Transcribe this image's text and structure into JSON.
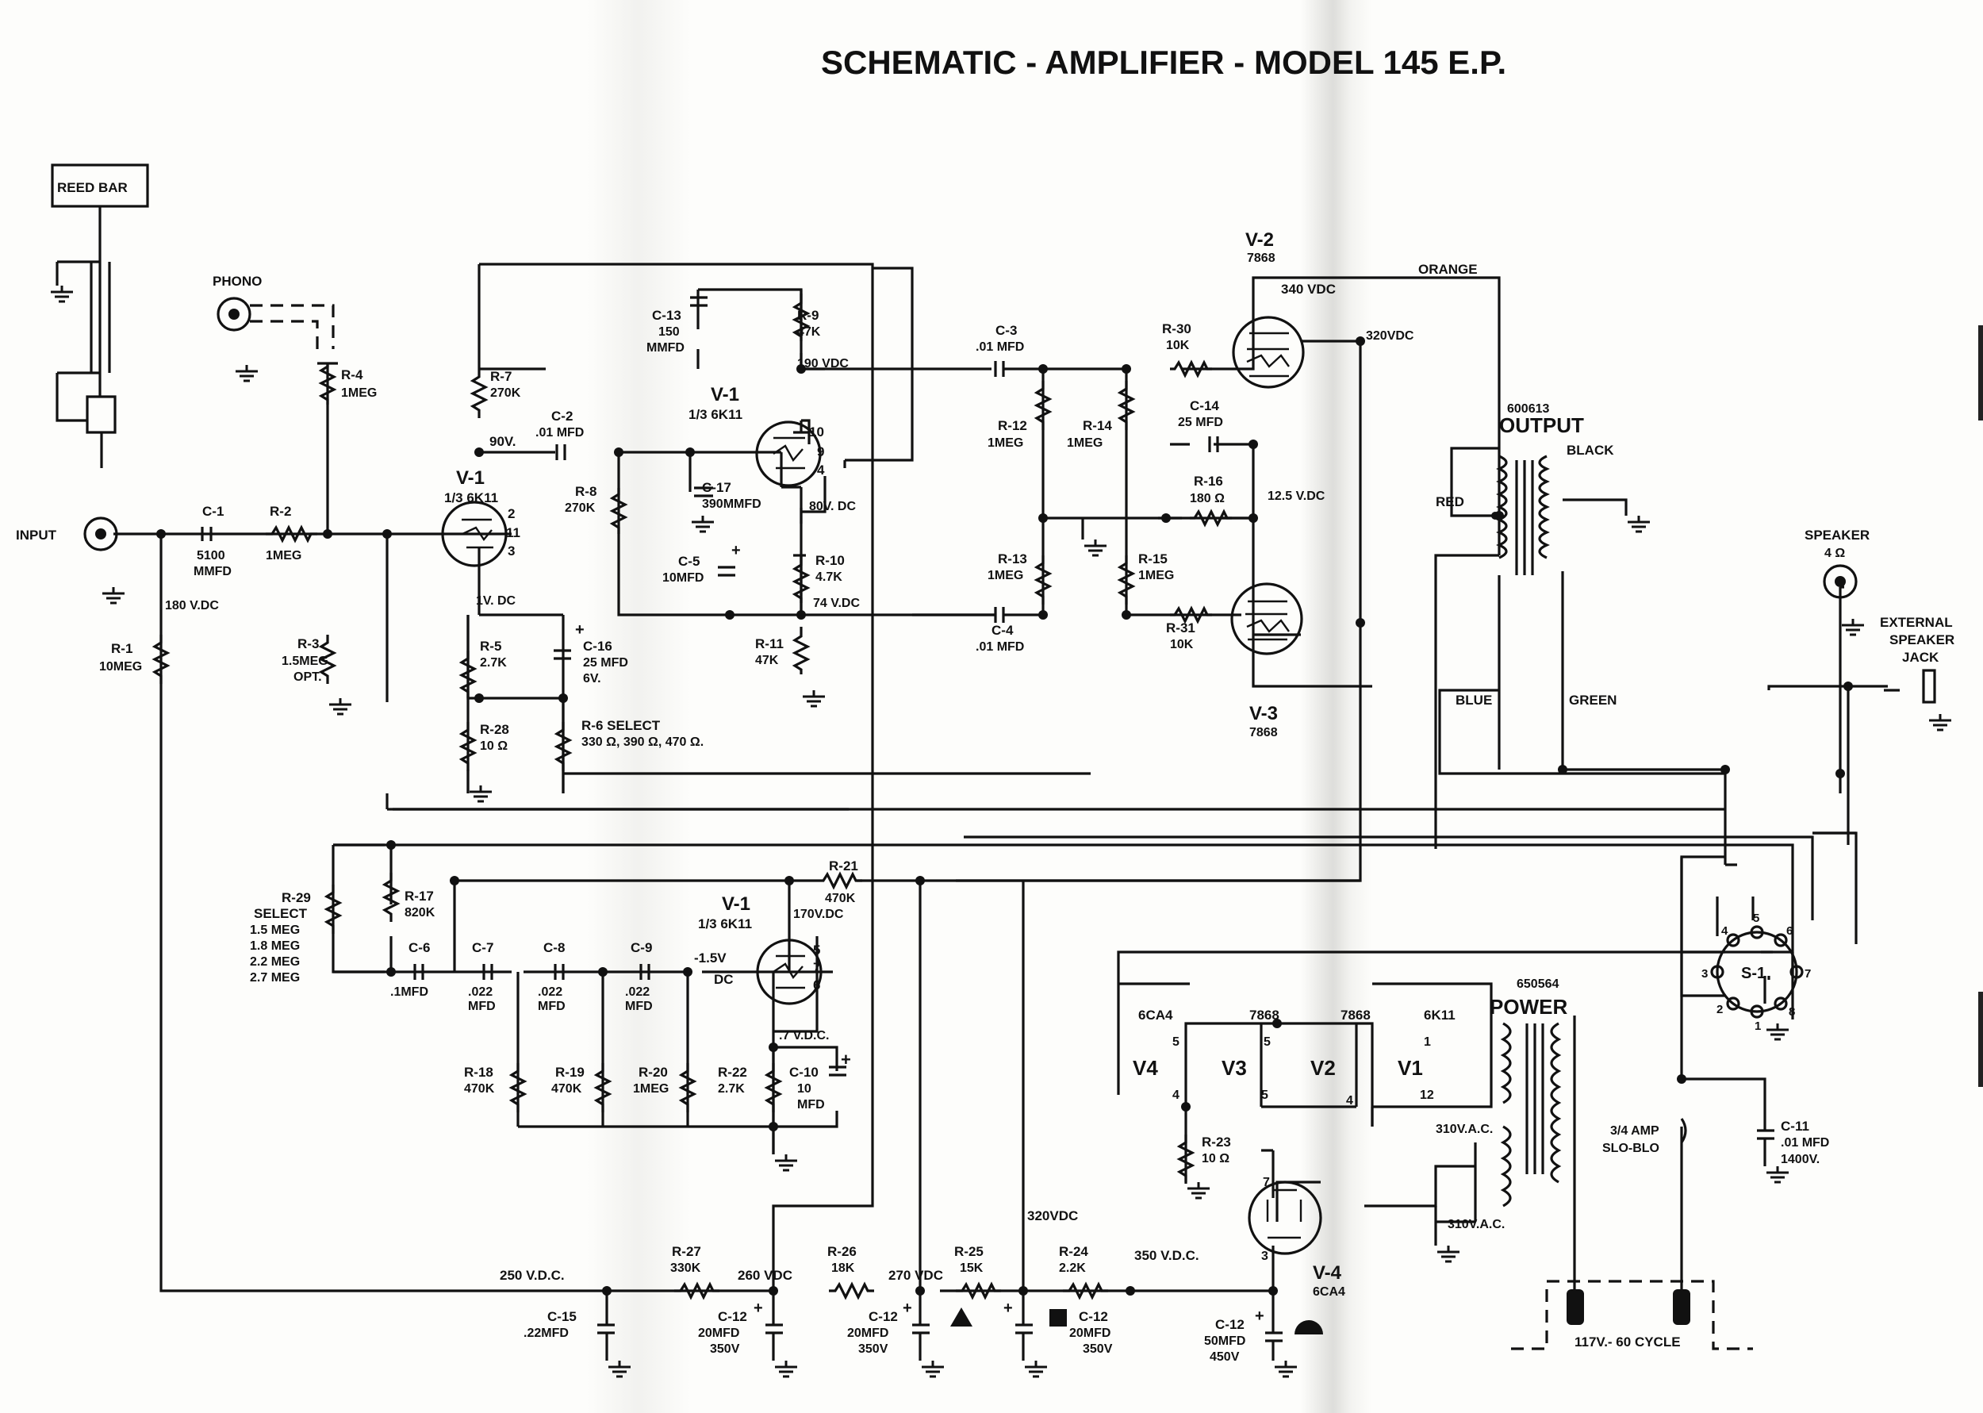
{
  "title": "SCHEMATIC - AMPLIFIER - MODEL 145 E.P.",
  "colors": {
    "ink": "#111111",
    "paper": "#fdfdfb",
    "fold": "#dcdcd9"
  },
  "labels": {
    "reed_bar": "REED BAR",
    "phono": "PHONO",
    "input": "INPUT",
    "c1_name": "C-1",
    "c1_val1": "5100",
    "c1_val2": "MMFD",
    "r2_name": "R-2",
    "r2_val": "1MEG",
    "r4_name": "R-4",
    "r4_val": "1MEG",
    "r3_name": "R-3",
    "r3_val1": "1.5MEG",
    "r3_val2": "OPT.",
    "r1_name": "R-1",
    "r1_val": "10MEG",
    "v180": "180 V.DC",
    "v1a_name": "V-1",
    "v1a_type": "1/3 6K11",
    "v1a_p2": "2",
    "v1a_p11": "11",
    "v1a_p3": "3",
    "r7_name": "R-7",
    "r7_val": "270K",
    "v90": "90V.",
    "c2_name": "C-2",
    "c2_val": ".01 MFD",
    "r8_name": "R-8",
    "r8_val": "270K",
    "v1dc": "1V. DC",
    "r5_name": "R-5",
    "r5_val": "2.7K",
    "r28_name": "R-28",
    "r28_val": "10 Ω",
    "c16_name": "C-16",
    "c16_val1": "25 MFD",
    "c16_val2": "6V.",
    "r6_name": "R-6 SELECT",
    "r6_val": "330 Ω, 390 Ω, 470 Ω.",
    "c13_name": "C-13",
    "c13_val1": "150",
    "c13_val2": "MMFD",
    "r9_name": "R-9",
    "r9_val": "47K",
    "v190": "190 VDC",
    "v1b_name": "V-1",
    "v1b_type": "1/3 6K11",
    "v1b_p10": "10",
    "v1b_p9": "9",
    "v1b_p4": "4",
    "c17_name": "C-17",
    "c17_val": "390MMFD",
    "v80": "80V. DC",
    "c5_name": "C-5",
    "c5_val": "10MFD",
    "r10_name": "R-10",
    "r10_val": "4.7K",
    "v74": "74 V.DC",
    "r11_name": "R-11",
    "r11_val": "47K",
    "c3_name": "C-3",
    "c3_val": ".01 MFD",
    "r12_name": "R-12",
    "r12_val": "1MEG",
    "r14_name": "R-14",
    "r14_val": "1MEG",
    "r13_name": "R-13",
    "r13_val": "1MEG",
    "r15_name": "R-15",
    "r15_val": "1MEG",
    "c4_name": "C-4",
    "c4_val": ".01 MFD",
    "r30_name": "R-30",
    "r30_val": "10K",
    "r31_name": "R-31",
    "r31_val": "10K",
    "c14_name": "C-14",
    "c14_val": "25 MFD",
    "r16_name": "R-16",
    "r16_val": "180 Ω",
    "v125": "12.5 V.DC",
    "v2_name": "V-2",
    "v2_type": "7868",
    "v3_name": "V-3",
    "v3_type": "7868",
    "v340": "340 VDC",
    "v320a": "320VDC",
    "orange": "ORANGE",
    "out_num": "600613",
    "output": "OUTPUT",
    "black": "BLACK",
    "red": "RED",
    "blue": "BLUE",
    "green": "GREEN",
    "speaker": "SPEAKER",
    "speaker_ohm": "4 Ω",
    "ext_spk1": "EXTERNAL",
    "ext_spk2": "SPEAKER",
    "ext_spk3": "JACK",
    "r29_name": "R-29",
    "r29_sel": "SELECT",
    "r29_v1": "1.5 MEG",
    "r29_v2": "1.8 MEG",
    "r29_v3": "2.2 MEG",
    "r29_v4": "2.7 MEG",
    "r17_name": "R-17",
    "r17_val": "820K",
    "c6_name": "C-6",
    "c6_val": ".1MFD",
    "c7_name": "C-7",
    "c7_val1": ".022",
    "c7_val2": "MFD",
    "c8_name": "C-8",
    "c8_val1": ".022",
    "c8_val2": "MFD",
    "c9_name": "C-9",
    "c9_val1": ".022",
    "c9_val2": "MFD",
    "r21_name": "R-21",
    "r21_val": "470K",
    "v170": "170V.DC",
    "v1c_name": "V-1",
    "v1c_type": "1/3 6K11",
    "v1c_p5": "5",
    "v1c_p7": "7",
    "v1c_p6": "6",
    "vneg15": "-1.5V",
    "dc": "DC",
    "v7": ".7 V.D.C.",
    "r18_name": "R-18",
    "r18_val": "470K",
    "r19_name": "R-19",
    "r19_val": "470K",
    "r20_name": "R-20",
    "r20_val": "1MEG",
    "r22_name": "R-22",
    "r22_val": "2.7K",
    "c10_name": "C-10",
    "c10_val1": "10",
    "c10_val2": "MFD",
    "s1": "S-1",
    "s1_pins": [
      "1",
      "2",
      "3",
      "4",
      "5",
      "6",
      "7",
      "8"
    ],
    "pwr_num": "650564",
    "power": "POWER",
    "h6ca4": "6CA4",
    "h7868a": "7868",
    "h7868b": "7868",
    "h6k11": "6K11",
    "hv4": "V4",
    "hv3": "V3",
    "hv2": "V2",
    "hv1": "V1",
    "hp5a": "5",
    "hp4a": "4",
    "hp5b": "5",
    "hp5c": "5",
    "hp4c": "4",
    "hp1": "1",
    "hp12": "12",
    "r23_name": "R-23",
    "r23_val": "10 Ω",
    "v310a": "310V.A.C.",
    "v310b": "310V.A.C.",
    "fuse1": "3/4 AMP",
    "fuse2": "SLO-BLO",
    "c11_name": "C-11",
    "c11_val1": ".01 MFD",
    "c11_val2": "1400V.",
    "v4_name": "V-4",
    "v4_type": "6CA4",
    "v4_p7": "7",
    "v4_p3": "3",
    "mains": "117V.- 60 CYCLE",
    "v250": "250 V.D.C.",
    "v260": "260 VDC",
    "v270": "270 VDC",
    "v320b": "320VDC",
    "v350": "350 V.D.C.",
    "r27_name": "R-27",
    "r27_val": "330K",
    "r26_name": "R-26",
    "r26_val": "18K",
    "r25_name": "R-25",
    "r25_val": "15K",
    "r24_name": "R-24",
    "r24_val": "2.2K",
    "c15_name": "C-15",
    "c15_val": ".22MFD",
    "c12a_name": "C-12",
    "c12a_val1": "20MFD",
    "c12a_val2": "350V",
    "c12b_name": "C-12",
    "c12b_val1": "20MFD",
    "c12b_val2": "350V",
    "c12c_name": "C-12",
    "c12c_val1": "20MFD",
    "c12c_val2": "350V",
    "c12d_name": "C-12",
    "c12d_val1": "50MFD",
    "c12d_val2": "450V",
    "plus": "+"
  }
}
